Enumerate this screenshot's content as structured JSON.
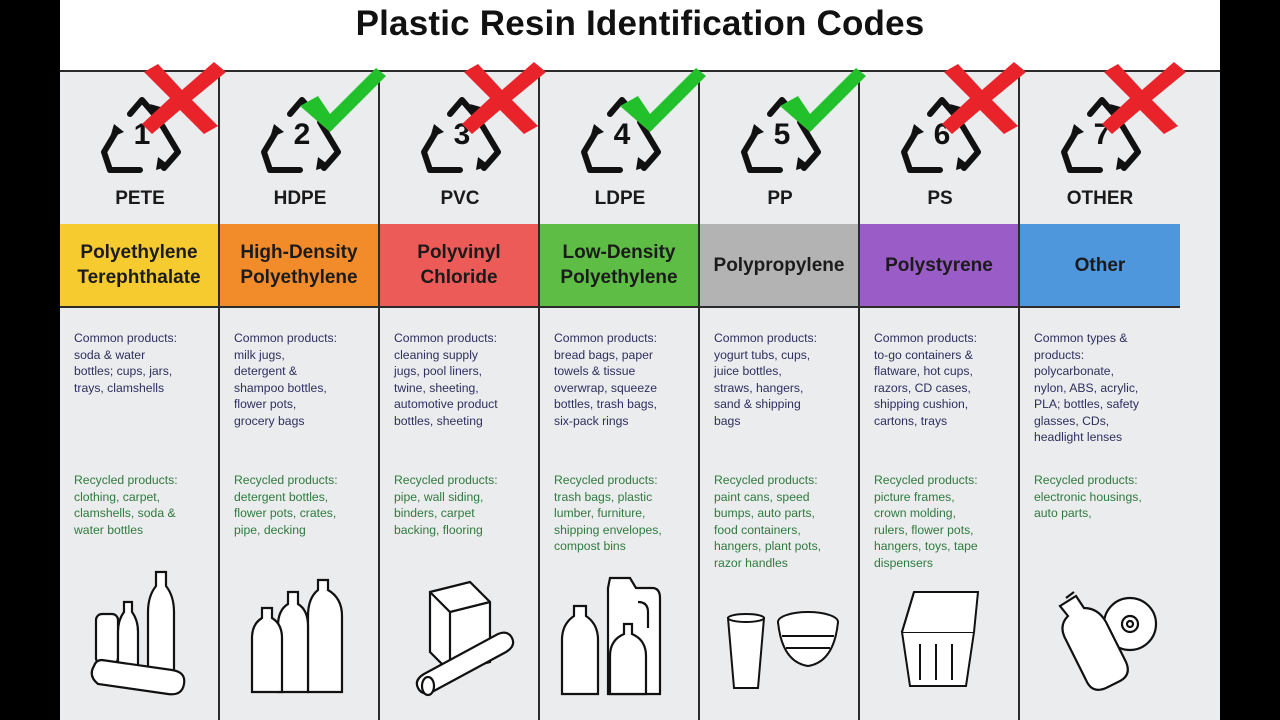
{
  "title": "Plastic Resin Identification Codes",
  "codes": [
    {
      "number": "1",
      "abbr": "PETE",
      "status": "cross",
      "name_line1": "Polyethylene",
      "name_line2": "Terephthalate",
      "band_color": "#f6cb2f",
      "common": "Common products:\nsoda & water\nbottles; cups, jars,\ntrays, clamshells",
      "recycled": "Recycled products:\nclothing, carpet,\nclamshells, soda &\nwater bottles",
      "illustration": "bottles-icon"
    },
    {
      "number": "2",
      "abbr": "HDPE",
      "status": "check",
      "name_line1": "High-Density",
      "name_line2": "Polyethylene",
      "band_color": "#f28c2b",
      "common": "Common products:\nmilk jugs,\ndetergent &\nshampoo bottles,\nflower pots,\ngrocery bags",
      "recycled": "Recycled products:\ndetergent bottles,\nflower pots, crates,\npipe, decking",
      "illustration": "shampoo-bottles-icon"
    },
    {
      "number": "3",
      "abbr": "PVC",
      "status": "cross",
      "name_line1": "Polyvinyl",
      "name_line2": "Chloride",
      "band_color": "#ec5b57",
      "common": "Common products:\ncleaning supply\njugs, pool liners,\ntwine, sheeting,\nautomotive product\nbottles, sheeting",
      "recycled": "Recycled products:\npipe, wall siding,\nbinders, carpet\nbacking, flooring",
      "illustration": "pipe-and-siding-icon"
    },
    {
      "number": "4",
      "abbr": "LDPE",
      "status": "check",
      "name_line1": "Low-Density",
      "name_line2": "Polyethylene",
      "band_color": "#5ebd45",
      "common": "Common products:\nbread bags, paper\ntowels & tissue\noverwrap, squeeze\nbottles, trash bags,\nsix-pack rings",
      "recycled": "Recycled products:\ntrash bags, plastic\nlumber, furniture,\nshipping envelopes,\ncompost bins",
      "illustration": "jugs-icon"
    },
    {
      "number": "5",
      "abbr": "PP",
      "status": "check",
      "name_line1": "Polypropylene",
      "name_line2": "",
      "band_color": "#b3b3b3",
      "common": "Common products:\nyogurt tubs, cups,\njuice bottles,\nstraws, hangers,\nsand & shipping\nbags",
      "recycled": "Recycled products:\npaint cans, speed\nbumps, auto parts,\nfood containers,\nhangers, plant pots,\nrazor handles",
      "illustration": "cup-and-bowl-icon"
    },
    {
      "number": "6",
      "abbr": "PS",
      "status": "cross",
      "name_line1": "Polystyrene",
      "name_line2": "",
      "band_color": "#9a5cc6",
      "common": "Common products:\nto-go containers &\nflatware, hot cups,\nrazors, CD cases,\nshipping cushion,\ncartons, trays",
      "recycled": "Recycled products:\npicture frames,\ncrown molding,\nrulers, flower pots,\nhangers, toys, tape\ndispensers",
      "illustration": "clamshell-container-icon"
    },
    {
      "number": "7",
      "abbr": "OTHER",
      "status": "cross",
      "name_line1": "Other",
      "name_line2": "",
      "band_color": "#4f97dd",
      "common": "Common types &\nproducts:\npolycarbonate,\nnylon, ABS, acrylic,\nPLA; bottles, safety\nglasses, CDs,\nheadlight lenses",
      "recycled": "Recycled products:\nelectronic housings,\nauto parts,",
      "illustration": "bottle-and-cd-icon"
    }
  ],
  "colors": {
    "check": "#22c02a",
    "cross": "#e8242a",
    "grid_bg": "#ebecee"
  }
}
